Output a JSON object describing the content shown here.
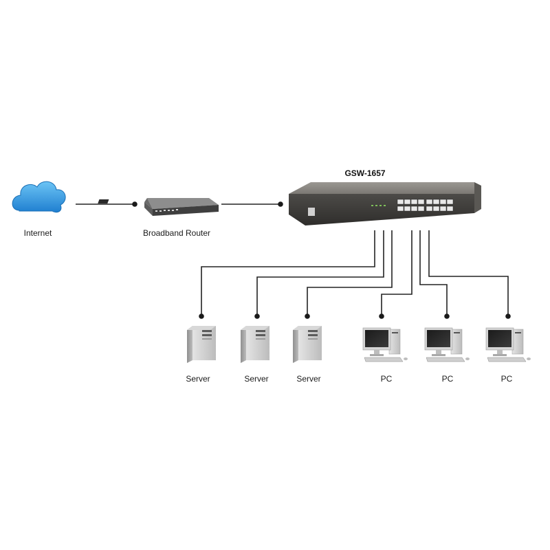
{
  "switch": {
    "model": "GSW-1657"
  },
  "nodes": {
    "internet": "Internet",
    "router": "Broadband Router",
    "servers": [
      "Server",
      "Server",
      "Server"
    ],
    "pcs": [
      "PC",
      "PC",
      "PC"
    ]
  },
  "colors": {
    "wire": "#222222",
    "cloud": "#2f97e0",
    "switch_body": "#6e6b66",
    "tower": "#c9c9c9"
  }
}
